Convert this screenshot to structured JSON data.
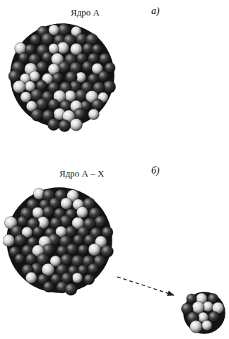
{
  "diagram": {
    "nodes": [
      {
        "text": [
          "Ядро А"
        ]
      },
      {
        "text": [
          "Ядро А – X"
        ]
      }
    ],
    "labels": [
      "а)",
      "б)"
    ]
  }
}
